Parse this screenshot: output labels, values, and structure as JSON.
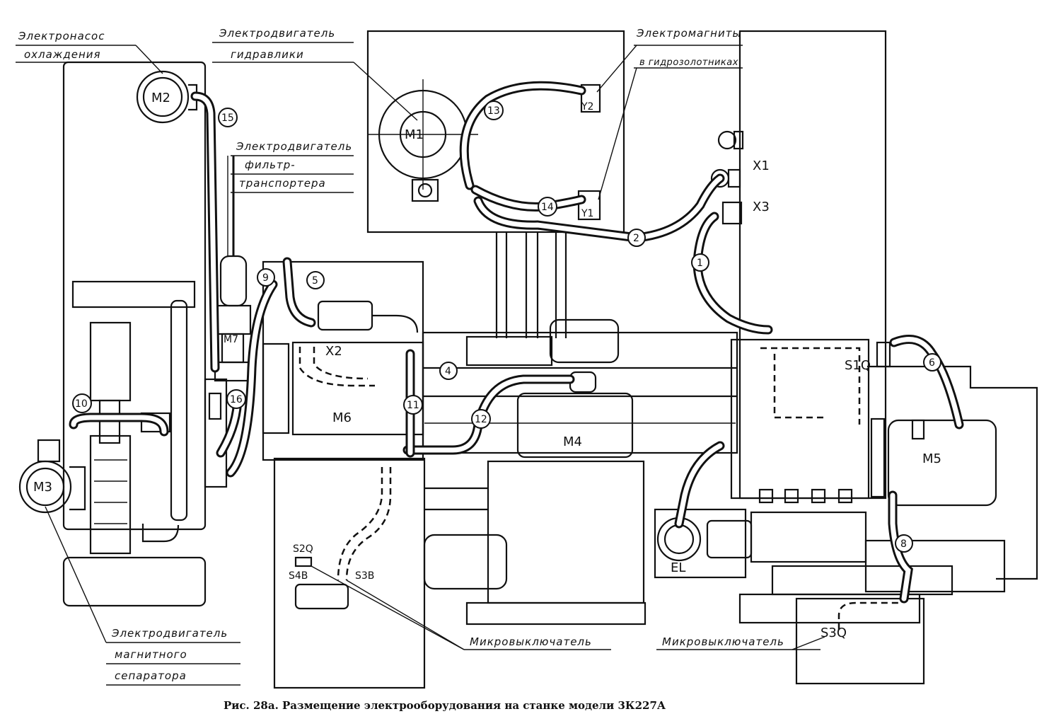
{
  "labels": {
    "pump_line1": "Электронасос",
    "pump_line2": "охлаждения",
    "hydraulics_line1": "Электродвигатель",
    "hydraulics_line2": "гидравлики",
    "magnets_line1": "Электромагниты",
    "magnets_line2": "в гидрозолотниках",
    "filter_line1": "Электродвигатель",
    "filter_line2": "фильтр-",
    "filter_line3": "транспортера",
    "separator_line1": "Электродвигатель",
    "separator_line2": "магнитного",
    "separator_line3": "сепаратора",
    "microswitch_left": "Микровыключатель",
    "microswitch_right": "Микровыключатель"
  },
  "components": {
    "m1": "M1",
    "m2": "M2",
    "m3": "M3",
    "m4": "M4",
    "m5": "M5",
    "m6": "M6",
    "m7": "M7",
    "x1": "X1",
    "x2": "X2",
    "x3": "X3",
    "y2": "Y2",
    "y1": "Y1",
    "el": "EL",
    "s1q": "S1Q",
    "s2q": "S2Q",
    "s3q": "S3Q",
    "s3b": "S3B",
    "s4b": "S4B"
  },
  "hose_numbers": [
    "1",
    "2",
    "4",
    "5",
    "6",
    "8",
    "9",
    "10",
    "11",
    "12",
    "13",
    "14",
    "15",
    "16"
  ],
  "caption": "Рис. 28а. Размещение электрооборудования на станке модели 3К227А"
}
